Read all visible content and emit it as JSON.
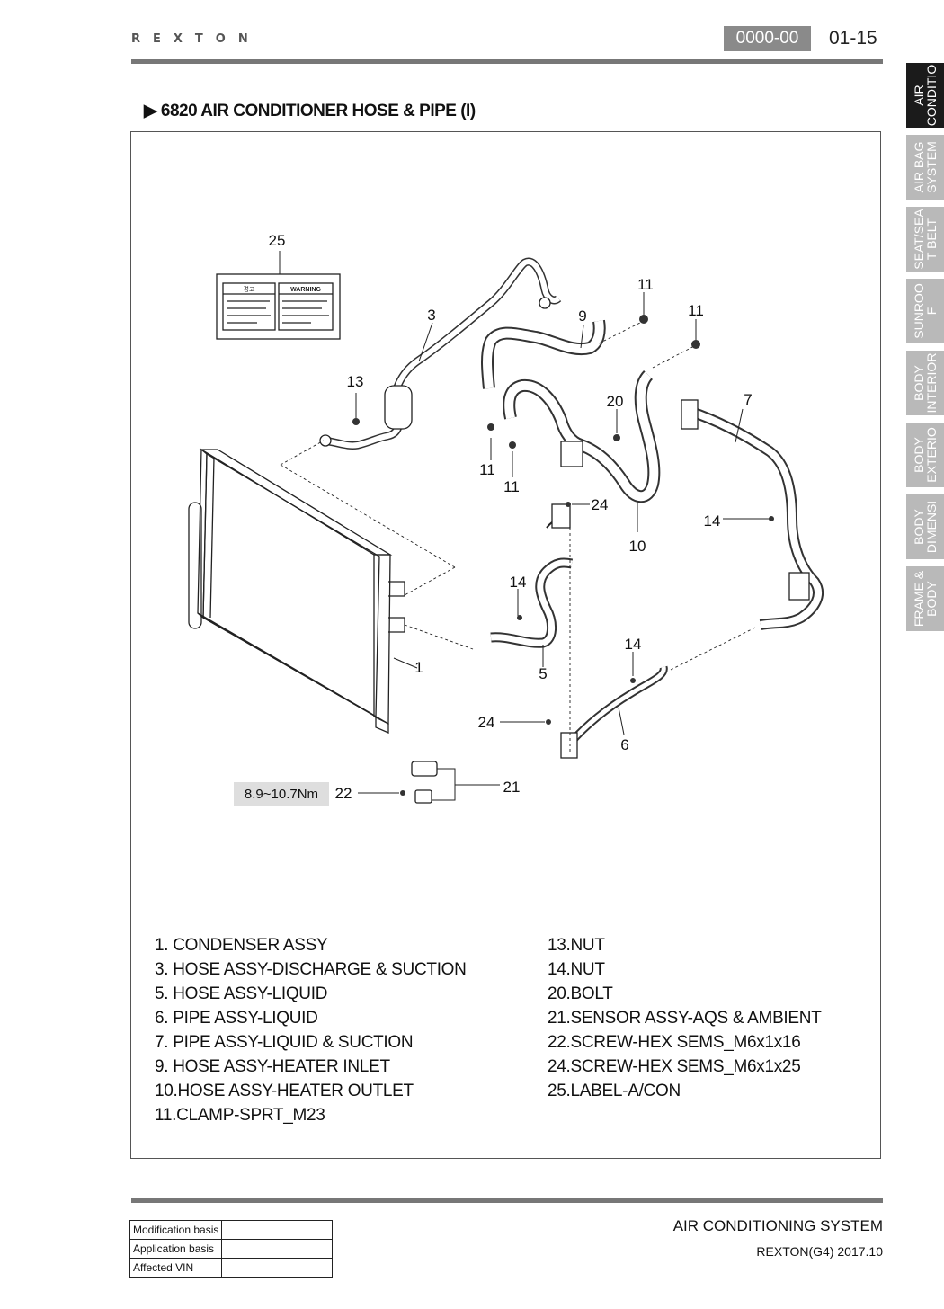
{
  "header": {
    "brand": "REXTON",
    "code": "0000-00",
    "page": "01-15"
  },
  "section_title": "6820 AIR CONDITIONER HOSE & PIPE (I)",
  "side_tabs": [
    {
      "label": "AIR\nCONDITIO",
      "active": true
    },
    {
      "label": "AIR BAG\nSYSTEM",
      "active": false
    },
    {
      "label": "SEAT/SEA\nT BELT",
      "active": false
    },
    {
      "label": "SUNROO\nF",
      "active": false
    },
    {
      "label": "BODY\nINTERIOR",
      "active": false
    },
    {
      "label": "BODY\nEXTERIO",
      "active": false
    },
    {
      "label": "BODY\nDIMENSI",
      "active": false
    },
    {
      "label": "FRAME &\nBODY",
      "active": false
    }
  ],
  "diagram": {
    "callouts": [
      "25",
      "3",
      "9",
      "11",
      "11",
      "13",
      "20",
      "7",
      "11",
      "11",
      "24",
      "14",
      "10",
      "14",
      "14",
      "1",
      "5",
      "24",
      "6",
      "22",
      "21"
    ],
    "label_sticker": {
      "left_header": "경고",
      "right_header": "WARNING"
    },
    "torque_spec": "8.9~10.7Nm"
  },
  "parts_left": [
    " 1. CONDENSER ASSY",
    " 3. HOSE ASSY-DISCHARGE & SUCTION",
    " 5. HOSE ASSY-LIQUID",
    " 6. PIPE ASSY-LIQUID",
    " 7. PIPE ASSY-LIQUID & SUCTION",
    " 9. HOSE ASSY-HEATER INLET",
    "10.HOSE ASSY-HEATER OUTLET",
    "11.CLAMP-SPRT_M23"
  ],
  "parts_right": [
    "13.NUT",
    "14.NUT",
    "20.BOLT",
    "21.SENSOR ASSY-AQS & AMBIENT",
    "22.SCREW-HEX SEMS_M6x1x16",
    "24.SCREW-HEX SEMS_M6x1x25",
    "25.LABEL-A/CON"
  ],
  "footer": {
    "system": "AIR CONDITIONING SYSTEM",
    "model": "REXTON(G4) 2017.10",
    "table": [
      {
        "label": "Modification basis",
        "value": ""
      },
      {
        "label": "Application basis",
        "value": ""
      },
      {
        "label": "Affected VIN",
        "value": ""
      }
    ]
  }
}
